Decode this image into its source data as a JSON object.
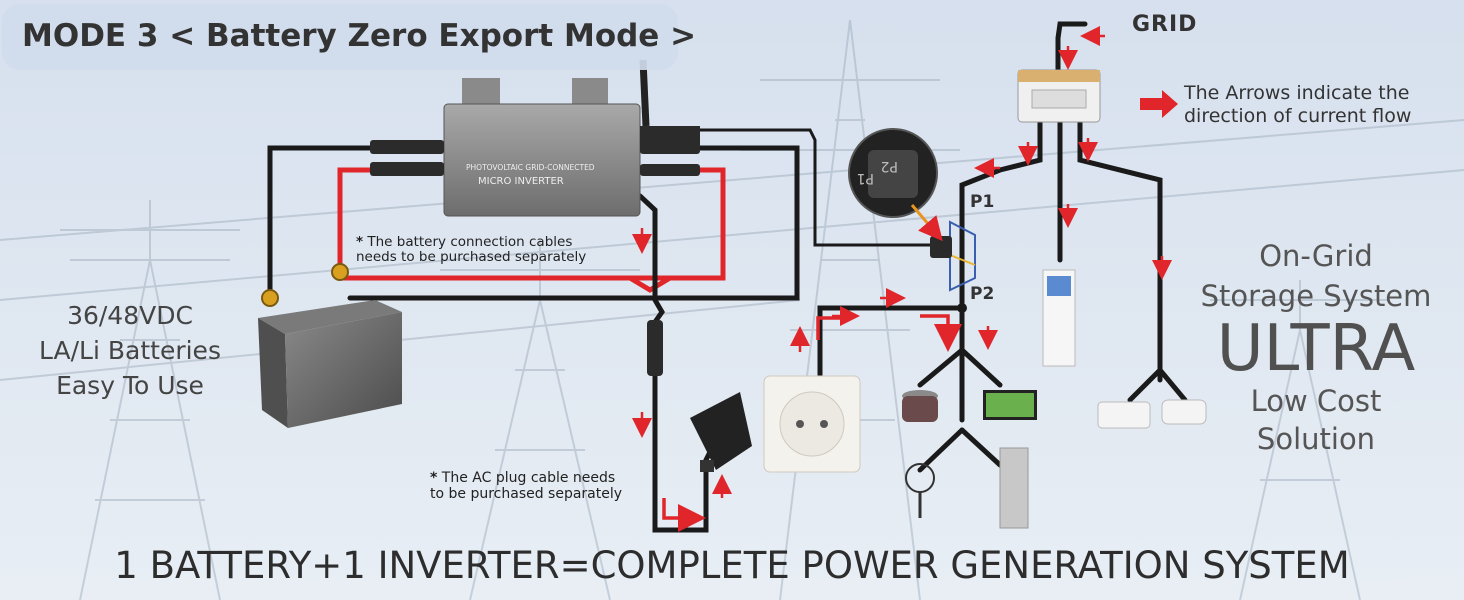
{
  "mode_banner": {
    "title": "MODE 3 < Battery Zero Export Mode >"
  },
  "grid": {
    "label": "GRID"
  },
  "legend": {
    "line1": "The Arrows indicate the",
    "line2": "direction of current flow"
  },
  "inverter": {
    "line1": "PHOTOVOLTAIC GRID-CONNECTED",
    "line2": "MICRO INVERTER"
  },
  "notes": {
    "battery_cable_line1": "The battery connection cables",
    "battery_cable_line2": "needs to be purchased separately",
    "ac_cable_line1": "The AC plug cable needs",
    "ac_cable_line2": "to be purchased separately",
    "marker": "*"
  },
  "battery_spec": {
    "line1": "36/48VDC",
    "line2": "LA/Li Batteries",
    "line3": "Easy To Use"
  },
  "right_panel": {
    "line1": "On-Grid",
    "line2": "Storage System",
    "headline": "ULTRA",
    "line3": "Low Cost",
    "line4": "Solution"
  },
  "connection_points": {
    "p1": "P1",
    "p2": "P2",
    "ct_label_a": "P2",
    "ct_label_b": "P1"
  },
  "footer": {
    "slogan": "1 BATTERY+1 INVERTER=COMPLETE POWER GENERATION SYSTEM"
  },
  "colors": {
    "background": "#dce6f0",
    "wire_black": "#1a1a1a",
    "wire_red": "#e0262b",
    "arrow_red": "#e0262b",
    "inverter_body": "#8a8a8a",
    "battery_body": "#6a6a6a",
    "terminal_gold": "#d9a020"
  }
}
